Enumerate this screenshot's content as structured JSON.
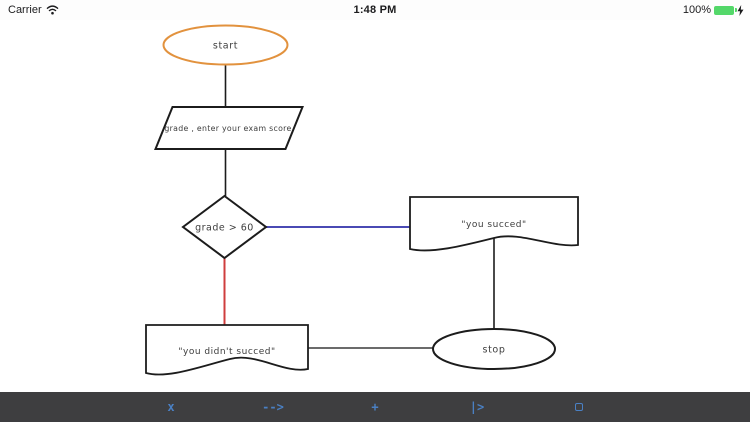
{
  "status_bar": {
    "carrier": "Carrier",
    "time": "1:48 PM",
    "battery_percent": "100%",
    "battery_color": "#53D769"
  },
  "flowchart": {
    "colors": {
      "start_stroke": "#E2923E",
      "true_branch": "#4A4AB4",
      "false_branch": "#CF3D3D",
      "default_stroke": "#1C1C1C"
    },
    "nodes": {
      "start": "start",
      "input": "grade , enter your exam score",
      "decision": "grade > 60",
      "success": "\"you succed\"",
      "failure": "\"you didn't succed\"",
      "stop": "stop"
    }
  },
  "toolbar": {
    "accent": "#4A80C4",
    "items": [
      {
        "name": "delete",
        "label": "x"
      },
      {
        "name": "arrow",
        "label": "-->"
      },
      {
        "name": "add",
        "label": "+"
      },
      {
        "name": "play",
        "label": "|>"
      },
      {
        "name": "stop",
        "label": ""
      }
    ]
  }
}
